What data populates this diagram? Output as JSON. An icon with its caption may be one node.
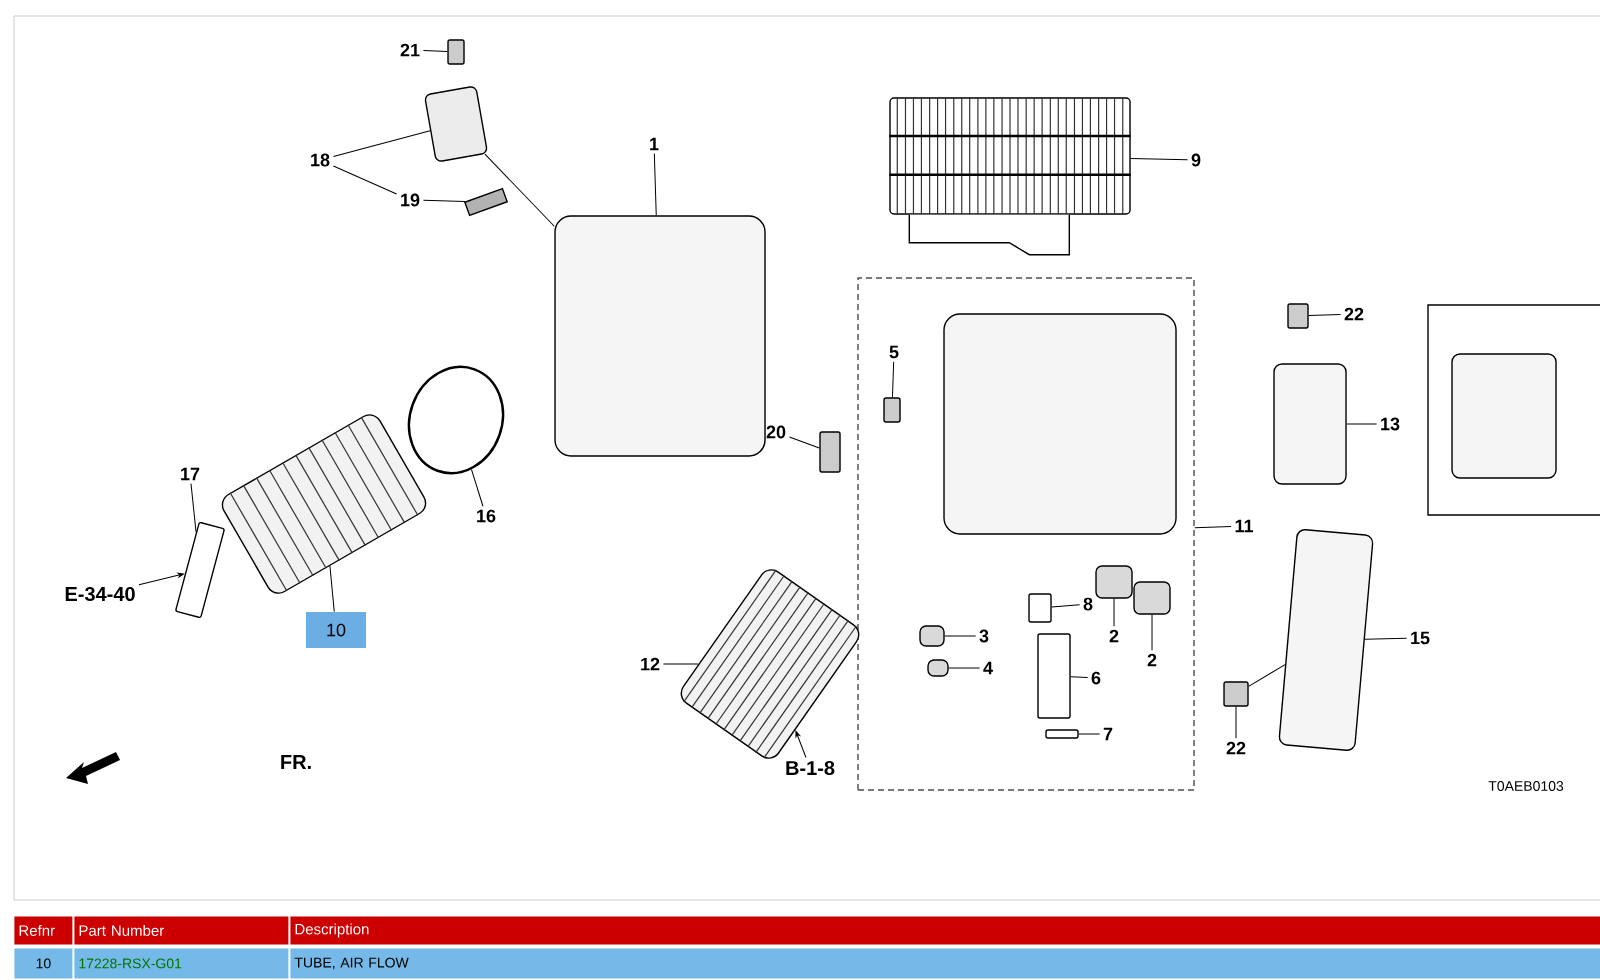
{
  "diagram": {
    "nodes": [
      {
        "text": [
          "21"
        ]
      },
      {
        "text": [],
        "shape": "box"
      },
      {
        "text": [
          "18"
        ]
      },
      {
        "text": [],
        "shape": "box"
      },
      {
        "text": [
          "19"
        ]
      },
      {
        "text": [],
        "shape": "box"
      },
      {
        "text": [
          "1"
        ]
      },
      {
        "text": [],
        "shape": "box"
      },
      {
        "text": [
          "9"
        ]
      },
      {
        "text": [],
        "shape": "box"
      },
      {
        "text": [],
        "shape": "box"
      },
      {
        "text": [
          "11"
        ]
      },
      {
        "text": [],
        "shape": "box",
        "in": 10
      },
      {
        "text": [
          "5"
        ],
        "in": 10
      },
      {
        "text": [],
        "shape": "box",
        "in": 10
      },
      {
        "text": [
          "20"
        ]
      },
      {
        "text": [],
        "shape": "box"
      },
      {
        "text": [
          "3"
        ],
        "in": 10
      },
      {
        "text": [],
        "shape": "box",
        "in": 10
      },
      {
        "text": [
          "4"
        ],
        "in": 10
      },
      {
        "text": [],
        "shape": "box",
        "in": 10
      },
      {
        "text": [
          "8"
        ],
        "in": 10
      },
      {
        "text": [],
        "shape": "box",
        "in": 10
      },
      {
        "text": [
          "6"
        ],
        "in": 10
      },
      {
        "text": [],
        "shape": "box",
        "in": 10
      },
      {
        "text": [
          "7"
        ],
        "in": 10
      },
      {
        "text": [],
        "shape": "box",
        "in": 10
      },
      {
        "text": [
          "2"
        ],
        "in": 10
      },
      {
        "text": [],
        "shape": "box",
        "in": 10
      },
      {
        "text": [
          "2"
        ],
        "in": 10
      },
      {
        "text": [],
        "shape": "box",
        "in": 10
      },
      {
        "text": [
          "22"
        ]
      },
      {
        "text": [],
        "shape": "box"
      },
      {
        "text": [
          "13"
        ]
      },
      {
        "text": [],
        "shape": "box"
      },
      {
        "text": [],
        "shape": "box"
      },
      {
        "text": [],
        "shape": "box",
        "in": 35
      },
      {
        "text": [
          "15"
        ]
      },
      {
        "text": [],
        "shape": "box"
      },
      {
        "text": [
          "22"
        ]
      },
      {
        "text": [],
        "shape": "box"
      },
      {
        "text": [
          "17"
        ]
      },
      {
        "text": [],
        "shape": "box"
      },
      {
        "text": [
          "E-34-40"
        ]
      },
      {
        "text": [
          "16"
        ]
      },
      {
        "text": [],
        "shape": "ellipse"
      },
      {
        "text": [
          "10"
        ]
      },
      {
        "text": [],
        "shape": "picture"
      },
      {
        "text": [
          "12"
        ]
      },
      {
        "text": [],
        "shape": "picture"
      },
      {
        "text": [
          "B-1-8"
        ]
      }
    ],
    "edges": [
      {
        "from": 0,
        "to": 1,
        "arrow": "none"
      },
      {
        "from": 2,
        "to": 3,
        "arrow": "none"
      },
      {
        "from": 2,
        "to": 4,
        "arrow": "none"
      },
      {
        "from": 4,
        "to": 5,
        "arrow": "none"
      },
      {
        "from": 3,
        "to": 7,
        "arrow": "none"
      },
      {
        "from": 6,
        "to": 7,
        "arrow": "none"
      },
      {
        "from": 8,
        "to": 9,
        "arrow": "none"
      },
      {
        "from": 11,
        "to": 10,
        "arrow": "none"
      },
      {
        "from": 13,
        "to": 14,
        "arrow": "none"
      },
      {
        "from": 15,
        "to": 16,
        "arrow": "none"
      },
      {
        "from": 17,
        "to": 18,
        "arrow": "none"
      },
      {
        "from": 19,
        "to": 20,
        "arrow": "none"
      },
      {
        "from": 21,
        "to": 22,
        "arrow": "none"
      },
      {
        "from": 23,
        "to": 24,
        "arrow": "none"
      },
      {
        "from": 25,
        "to": 26,
        "arrow": "none"
      },
      {
        "from": 27,
        "to": 28,
        "arrow": "none"
      },
      {
        "from": 29,
        "to": 30,
        "arrow": "none"
      },
      {
        "from": 31,
        "to": 32,
        "arrow": "none"
      },
      {
        "from": 33,
        "to": 34,
        "arrow": "none"
      },
      {
        "from": 37,
        "to": 38,
        "arrow": "none"
      },
      {
        "from": 39,
        "to": 40,
        "arrow": "none"
      },
      {
        "from": 40,
        "to": 38,
        "arrow": "none"
      },
      {
        "from": 41,
        "to": 42,
        "arrow": "none"
      },
      {
        "from": 43,
        "to": 42,
        "arrow": "to"
      },
      {
        "from": 44,
        "to": 45,
        "arrow": "none"
      },
      {
        "from": 46,
        "to": 47,
        "arrow": "none"
      },
      {
        "from": 48,
        "to": 49,
        "arrow": "none"
      },
      {
        "from": 50,
        "to": 49,
        "arrow": "to"
      }
    ],
    "labels": [
      "FR.",
      "T0AEB0103",
      "Refnr",
      "Part Number",
      "Description",
      "10",
      "17228-RSX-G01",
      "TUBE, AIR FLOW"
    ]
  }
}
